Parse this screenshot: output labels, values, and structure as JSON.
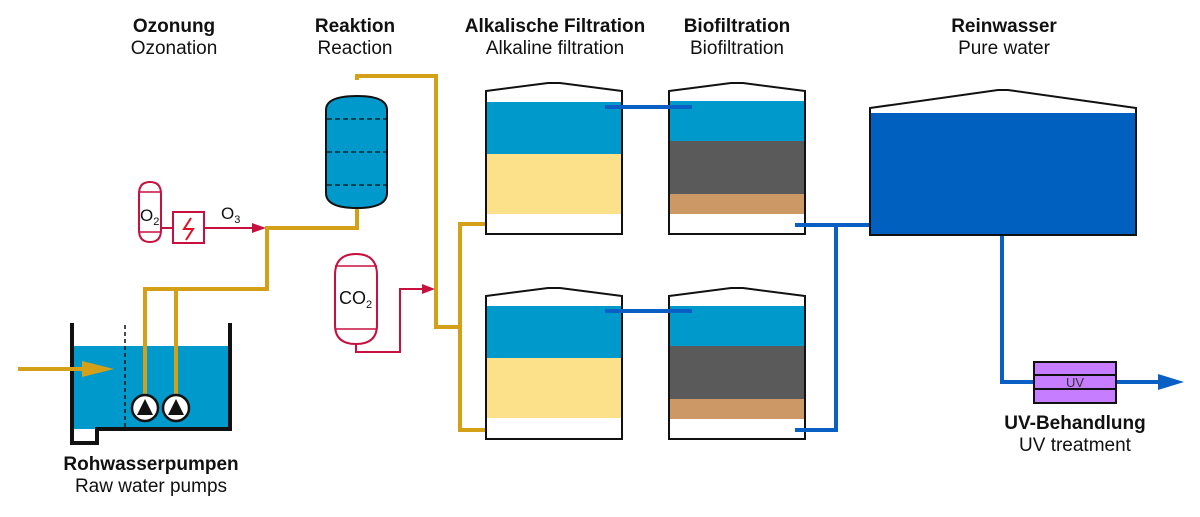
{
  "title": "Water treatment process diagram",
  "colors": {
    "water": "#0099cc",
    "pure_water": "#0060c0",
    "pipe_raw": "#d4a017",
    "pipe_clean": "#0a5fc4",
    "gas_line": "#c8103e",
    "alkaline_media": "#fde08a",
    "activated_carbon": "#5a5a5a",
    "sand": "#cc9966",
    "uv_unit": "#c77dff",
    "outline": "#111111"
  },
  "stages": [
    {
      "id": "ozonation",
      "label_de": "Ozonung",
      "label_en": "Ozonation"
    },
    {
      "id": "reaction",
      "label_de": "Reaktion",
      "label_en": "Reaction"
    },
    {
      "id": "alkaline",
      "label_de": "Alkalische Filtration",
      "label_en": "Alkaline filtration"
    },
    {
      "id": "biofiltration",
      "label_de": "Biofiltration",
      "label_en": "Biofiltration"
    },
    {
      "id": "pure_water",
      "label_de": "Reinwasser",
      "label_en": "Pure water"
    },
    {
      "id": "uv",
      "label_de": "UV-Behandlung",
      "label_en": "UV treatment"
    },
    {
      "id": "raw_pumps",
      "label_de": "Rohwasserpumpen",
      "label_en": "Raw water pumps"
    }
  ],
  "gases": {
    "o2": {
      "base": "O",
      "sub": "2"
    },
    "o3": {
      "base": "O",
      "sub": "3"
    },
    "co2": {
      "base": "CO",
      "sub": "2"
    }
  },
  "uv_label": "UV"
}
